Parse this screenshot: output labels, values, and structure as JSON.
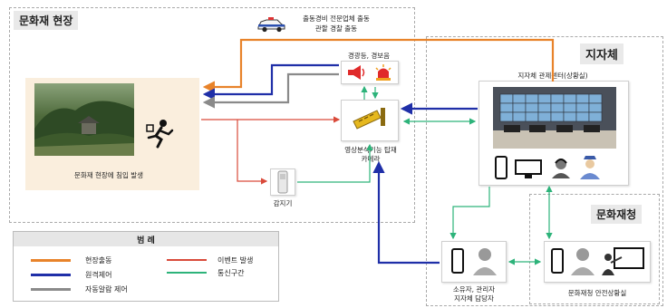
{
  "zones": {
    "heritage_site": "문화재 현장",
    "local_gov": "지자체",
    "cha": "문화재청"
  },
  "dispatch": {
    "line1": "출동경비 전문업체 출동",
    "line2": "관할 경찰 출동"
  },
  "site": {
    "caption": "문화재 현장에 침입 발생"
  },
  "alarm": {
    "label": "경광등, 경보음"
  },
  "camera": {
    "line1": "영상분석기능 탑재",
    "line2": "카메라"
  },
  "sensor": {
    "label": "감지기"
  },
  "control_center": {
    "label": "지자체 관제센터(상황실)"
  },
  "owner": {
    "line1": "소유자, 관리자",
    "line2": "지자체 담당자"
  },
  "cha_room": {
    "label": "문화재청 안전상황실"
  },
  "legend": {
    "title": "범    례",
    "items": [
      {
        "label": "현장출동",
        "color": "#e8832a"
      },
      {
        "label": "원격제어",
        "color": "#1f2fa8"
      },
      {
        "label": "자동알람 제어",
        "color": "#8a8a8a"
      },
      {
        "label": "이벤트 발생",
        "color": "#d94a3a"
      },
      {
        "label": "통신구간",
        "color": "#2db37a"
      }
    ]
  },
  "colors": {
    "dispatch": "#e8832a",
    "remote": "#1f2fa8",
    "auto": "#8a8a8a",
    "event": "#d94a3a",
    "comm": "#2db37a"
  }
}
